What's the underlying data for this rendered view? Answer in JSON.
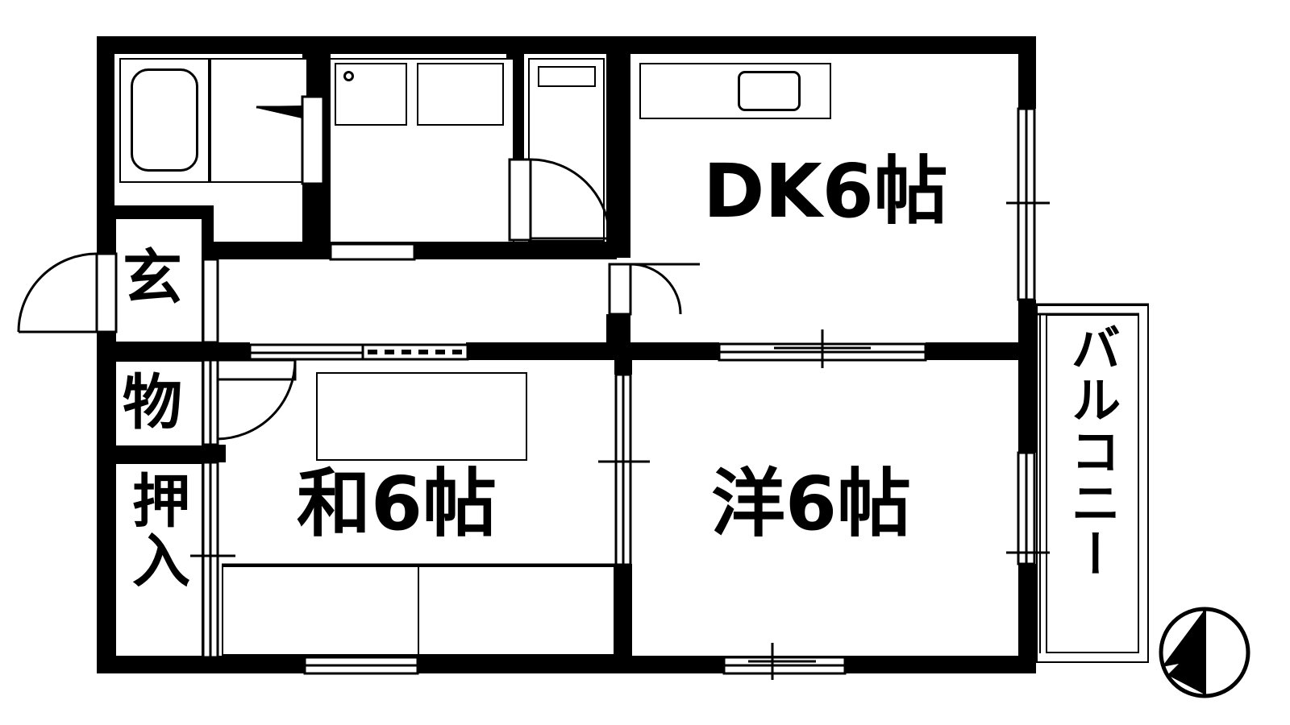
{
  "plan": {
    "type": "japanese-apartment-floor-plan",
    "layout_name": "2DK",
    "orientation_marker": "north-arrow"
  },
  "rooms": [
    {
      "key": "dk",
      "label": "DK6帖",
      "reading": "dining kitchen 6 tatami"
    },
    {
      "key": "washitsu",
      "label": "和6帖",
      "reading": "japanese room 6 tatami"
    },
    {
      "key": "yoshitsu",
      "label": "洋6帖",
      "reading": "western room 6 tatami"
    },
    {
      "key": "genkan",
      "label": "玄",
      "reading": "entrance"
    },
    {
      "key": "mono",
      "label": "物",
      "reading": "storage"
    },
    {
      "key": "oshiire",
      "label": "押入",
      "reading": "closet"
    },
    {
      "key": "balcony",
      "label": "バルコニー",
      "reading": "balcony"
    }
  ],
  "labels": {
    "dk": "DK6帖",
    "washitsu": "和6帖",
    "yoshitsu": "洋6帖",
    "genkan": "玄",
    "mono": "物",
    "oshiire": "押入",
    "balcony": "バルコニー"
  },
  "fixtures": [
    {
      "name": "bathtub",
      "room": "bathroom"
    },
    {
      "name": "washer-space",
      "room": "washroom"
    },
    {
      "name": "washbasin",
      "room": "washroom"
    },
    {
      "name": "toilet",
      "room": "toilet"
    },
    {
      "name": "kitchen-sink",
      "room": "dk"
    },
    {
      "name": "tatami-mats",
      "room": "washitsu"
    }
  ],
  "colors": {
    "wall": "#000000",
    "background": "#ffffff",
    "line": "#000000"
  }
}
